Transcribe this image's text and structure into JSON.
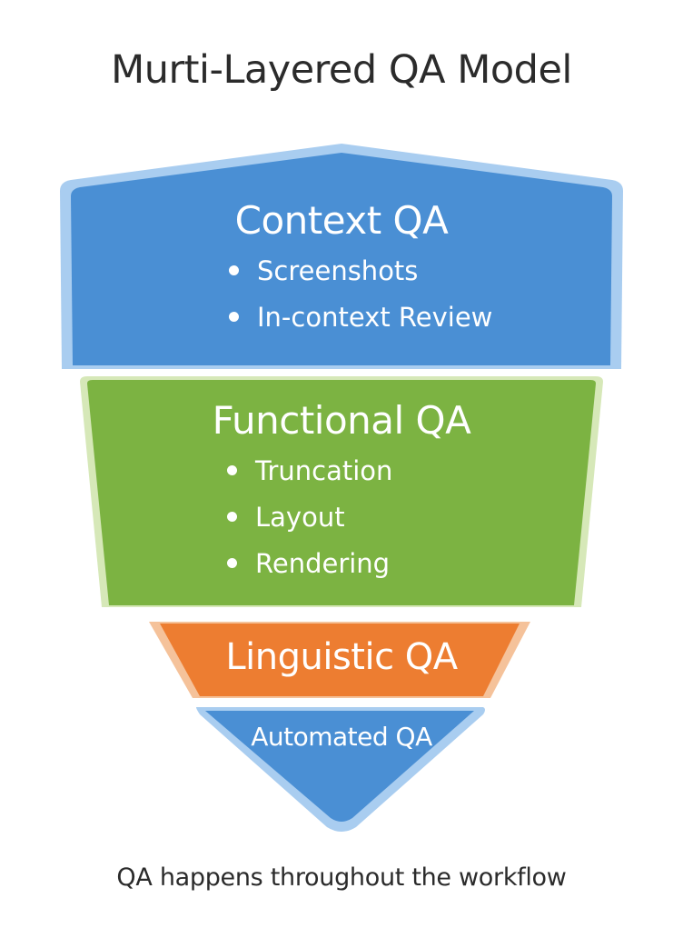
{
  "title": "Murti-Layered QA Model",
  "caption": "QA happens throughout the workflow",
  "layers": [
    {
      "name": "Context QA",
      "color": "#4a8fd4",
      "border_color": "#a9cdf0",
      "bullets": [
        "Screenshots",
        "In-context Review"
      ]
    },
    {
      "name": "Functional QA",
      "color": "#7cb342",
      "border_color": "#d6e8b8",
      "bullets": [
        "Truncation",
        "Layout",
        "Rendering"
      ]
    },
    {
      "name": "Linguistic QA",
      "color": "#ed7d31",
      "border_color": "#f5c29a",
      "bullets": []
    },
    {
      "name": "Automated QA",
      "color": "#4a8fd4",
      "border_color": "#a9cdf0",
      "bullets": []
    }
  ]
}
